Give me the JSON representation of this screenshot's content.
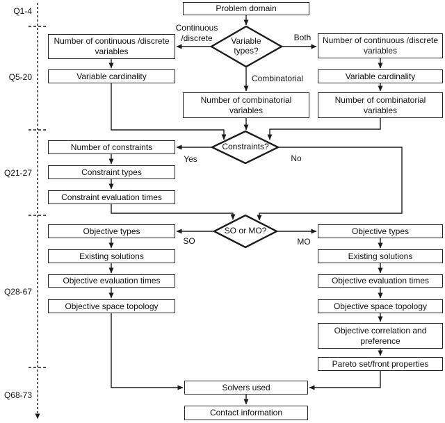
{
  "figure": {
    "kind": "survey-question flowchart",
    "background": "#ffffff",
    "line_color": "#1c1c1c",
    "text_color": "#111111"
  },
  "question_ranges": [
    {
      "label": "Q1-4"
    },
    {
      "label": "Q5-20"
    },
    {
      "label": "Q21-27"
    },
    {
      "label": "Q28-67"
    },
    {
      "label": "Q68-73"
    }
  ],
  "nodes": {
    "problem_domain": "Problem domain",
    "num_cont_disc": "Number of continuous /discrete variables",
    "var_cardinality": "Variable cardinality",
    "num_combinatorial": "Number of combinatorial variables",
    "num_constraints": "Number of constraints",
    "constraint_types": "Constraint types",
    "constraint_eval_times": "Constraint evaluation times",
    "objective_types": "Objective types",
    "existing_solutions": "Existing solutions",
    "objective_eval_times": "Objective evaluation times",
    "objective_space_topology": "Objective space topology",
    "objective_correlation": "Objective correlation and preference",
    "pareto_properties": "Pareto set/front properties",
    "solvers_used": "Solvers used",
    "contact_information": "Contact information"
  },
  "decisions": {
    "variable_types": "Variable types?",
    "constraints": "Constraints?",
    "so_or_mo": "SO or MO?"
  },
  "edge_labels": {
    "continuous_discrete": "Continuous /discrete",
    "both": "Both",
    "combinatorial": "Combinatorial",
    "yes": "Yes",
    "no": "No",
    "so": "SO",
    "mo": "MO"
  }
}
